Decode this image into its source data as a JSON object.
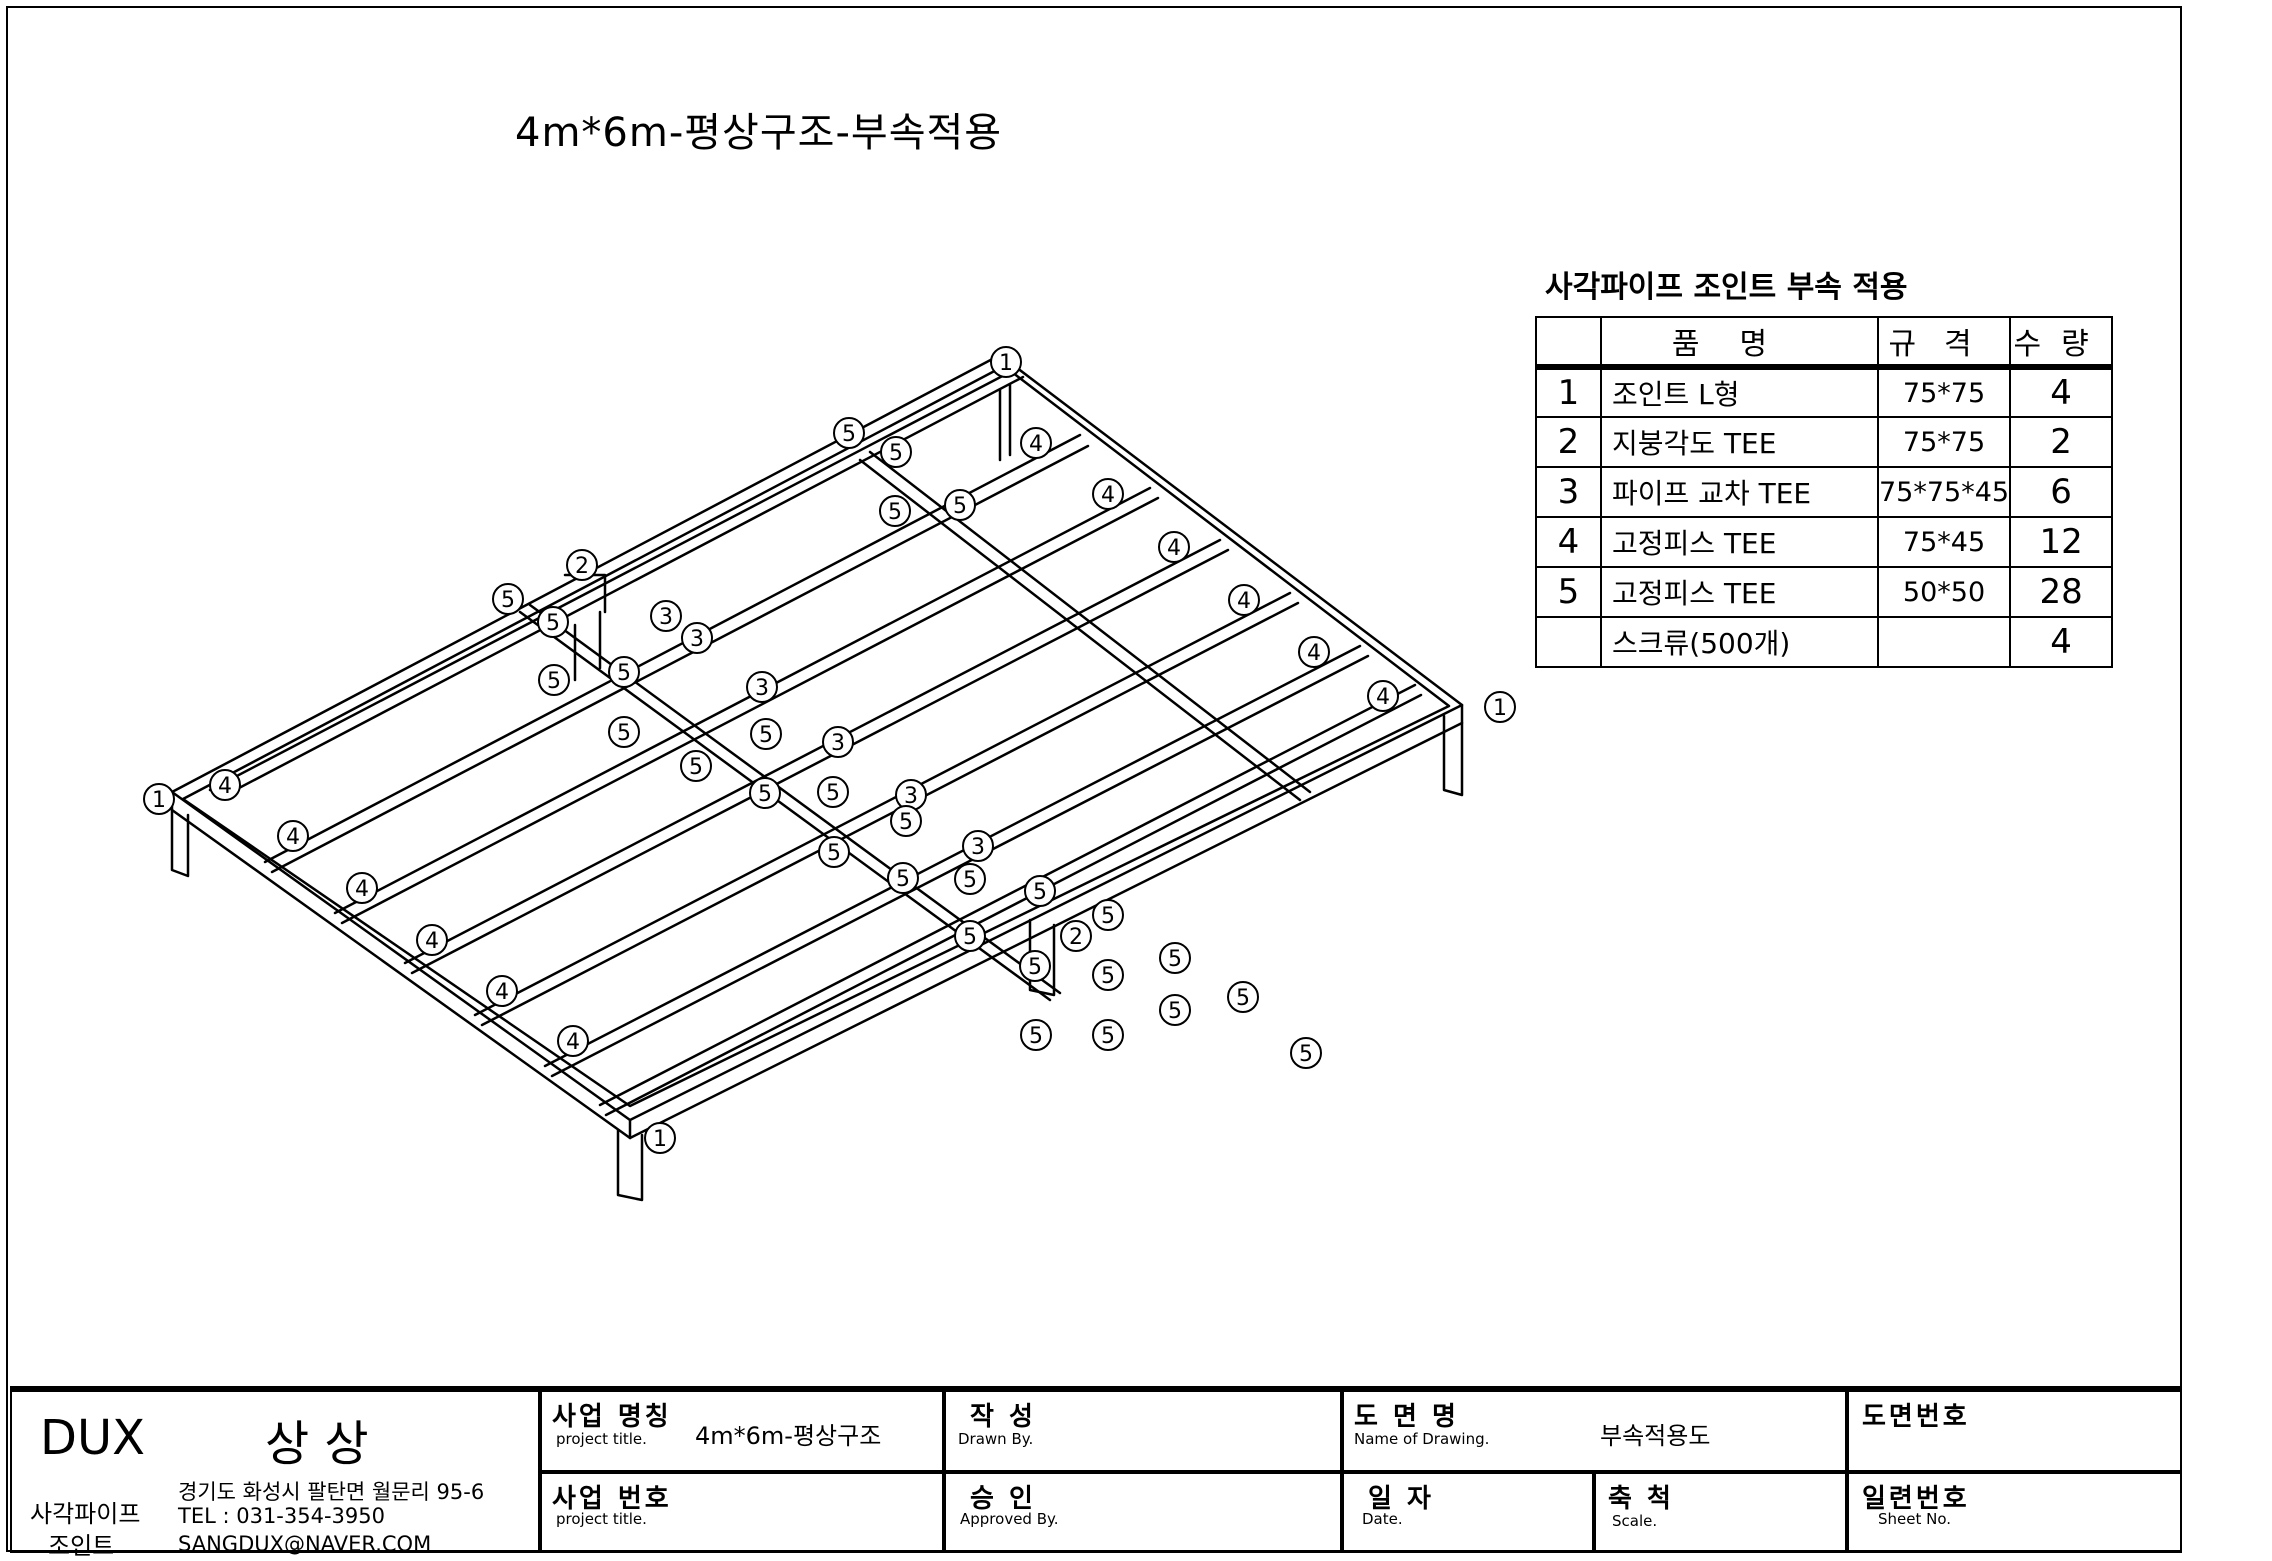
{
  "drawing_title": "4m*6m-평상구조-부속적용",
  "callouts": [
    "1",
    "2",
    "3",
    "4",
    "5"
  ],
  "bom": {
    "caption": "사각파이프 조인트 부속 적용",
    "headers": {
      "name": "품명",
      "spec": "규격",
      "qty": "수량"
    },
    "rows": [
      {
        "no": "1",
        "name": "조인트 L형",
        "spec": "75*75",
        "qty": "4"
      },
      {
        "no": "2",
        "name": "지붕각도 TEE",
        "spec": "75*75",
        "qty": "2"
      },
      {
        "no": "3",
        "name": "파이프 교차 TEE",
        "spec": "75*75*45",
        "qty": "6"
      },
      {
        "no": "4",
        "name": "고정피스 TEE",
        "spec": "75*45",
        "qty": "12"
      },
      {
        "no": "5",
        "name": "고정피스 TEE",
        "spec": "50*50",
        "qty": "28"
      },
      {
        "no": "",
        "name": "스크류(500개)",
        "spec": "",
        "qty": "4"
      }
    ]
  },
  "title_block": {
    "brand": "DUX",
    "brand_kr": "상 상",
    "company_line1": "사각파이프",
    "company_line2": "조인트",
    "address": "경기도 화성시 팔탄면 월문리 95-6",
    "tel": "TEL : 031-354-3950",
    "email": "SANGDUX@NAVER.COM",
    "project_name_label": "사업 명칭",
    "project_name_sub": "project title.",
    "project_name_value": "4m*6m-평상구조",
    "project_no_label": "사업 번호",
    "project_no_sub": "project title.",
    "drawn_label": "작 성",
    "drawn_sub": "Drawn By.",
    "approved_label": "승 인",
    "approved_sub": "Approved By.",
    "drawing_name_label": "도 면 명",
    "drawing_name_sub": "Name of Drawing.",
    "drawing_name_value": "부속적용도",
    "date_label": "일 자",
    "date_sub": "Date.",
    "scale_label": "축 척",
    "scale_sub": "Scale.",
    "drawing_no_label": "도면번호",
    "sheet_no_label": "일련번호",
    "sheet_no_sub": "Sheet No."
  }
}
